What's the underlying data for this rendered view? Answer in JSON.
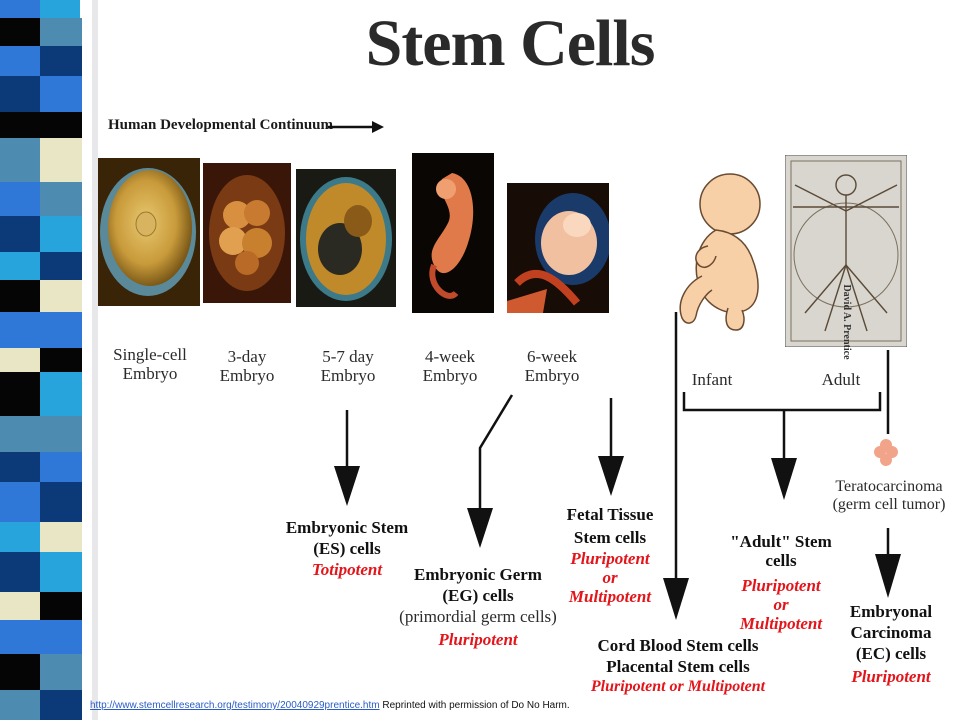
{
  "slide": {
    "title": "Stem Cells",
    "continuum_label": "Human Developmental Continuum"
  },
  "stages": [
    {
      "line1": "Single-cell",
      "line2": "Embryo"
    },
    {
      "line1": "3-day",
      "line2": "Embryo"
    },
    {
      "line1": "5-7 day",
      "line2": "Embryo"
    },
    {
      "line1": "4-week",
      "line2": "Embryo"
    },
    {
      "line1": "6-week",
      "line2": "Embryo"
    },
    {
      "line1": "Infant",
      "line2": ""
    },
    {
      "line1": "Adult",
      "line2": ""
    }
  ],
  "signature": "David A. Prentice",
  "outcomes": {
    "es": {
      "line1": "Embryonic Stem",
      "line2": "(ES) cells",
      "potency": "Totipotent"
    },
    "eg": {
      "line1": "Embryonic Germ",
      "line2": "(EG) cells",
      "line3": "(primordial germ cells)",
      "potency": "Pluripotent"
    },
    "fetal": {
      "line1": "Fetal Tissue",
      "line2": "Stem cells",
      "potency1": "Pluripotent",
      "potency2": "or",
      "potency3": "Multipotent"
    },
    "cord": {
      "line1": "Cord Blood Stem cells",
      "line2": "Placental Stem cells",
      "potency": "Pluripotent or Multipotent"
    },
    "adult": {
      "line1": "\"Adult\" Stem cells",
      "potency1": "Pluripotent",
      "potency2": "or",
      "potency3": "Multipotent"
    },
    "terato": {
      "line1": "Teratocarcinoma",
      "line2": "(germ cell tumor)"
    },
    "ec": {
      "line1": "Embryonal",
      "line2": "Carcinoma",
      "line3": "(EC) cells",
      "potency": "Pluripotent"
    }
  },
  "footer": {
    "link": "http://www.stemcellresearch.org/testimony/20040929prentice.htm",
    "note": " Reprinted with permission of Do No Harm."
  },
  "colors": {
    "potency_red": "#e3151b",
    "strip_navy": "#0c3a78",
    "strip_blue": "#2f78d8",
    "strip_cyan": "#27a4dc",
    "strip_cream": "#e8e6c4",
    "strip_black": "#050505",
    "strip_steel": "#4d8bb0"
  }
}
